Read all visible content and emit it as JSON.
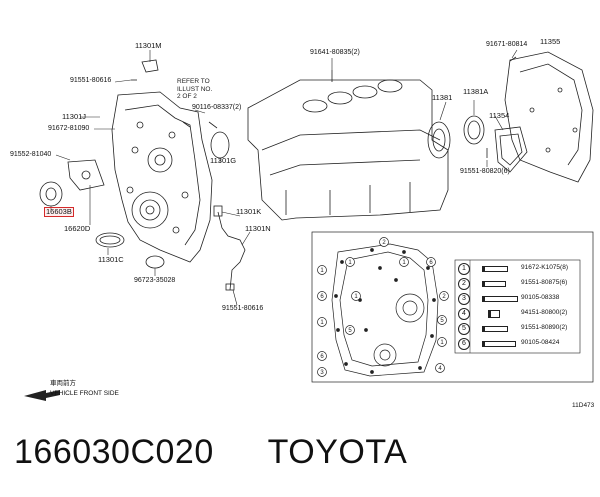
{
  "callouts": {
    "c11301M": "11301M",
    "c91551_80616_top": "91551-80616",
    "refer": "REFER TO\nILLUST NO.\n2 OF 2",
    "c11301J": "11301J",
    "c91672_81090": "91672-81090",
    "c90116": "90116-08337(2)",
    "c91552": "91552-81040",
    "c16603": "16603B",
    "c16620D": "16620D",
    "c11301G": "11301G",
    "c11301C": "11301C",
    "c11301K": "11301K",
    "c11301N": "11301N",
    "c96723": "96723-35028",
    "c91551_80616_bot": "91551-80616",
    "c91641": "91641-80835(2)",
    "c91671": "91671-80814",
    "c11355": "11355",
    "c11381": "11381",
    "c11381A": "11381A",
    "c11354": "11354",
    "c91551_80820": "91551-80820(6)"
  },
  "bolt_table": [
    {
      "num": "1",
      "part": "91672-K1075(8)"
    },
    {
      "num": "2",
      "part": "91551-80875(6)"
    },
    {
      "num": "3",
      "part": "90105-08338"
    },
    {
      "num": "4",
      "part": "94151-80800(2)"
    },
    {
      "num": "5",
      "part": "91551-80890(2)"
    },
    {
      "num": "6",
      "part": "90105-08424"
    }
  ],
  "vehicle_front": {
    "jp": "車両前方",
    "en": "VEHICLE FRONT SIDE"
  },
  "diagram_code": "11D473",
  "caption": {
    "part_number": "166030C020",
    "brand": "TOYOTA"
  },
  "colors": {
    "highlight": "#d42a2a",
    "line": "#222222"
  }
}
